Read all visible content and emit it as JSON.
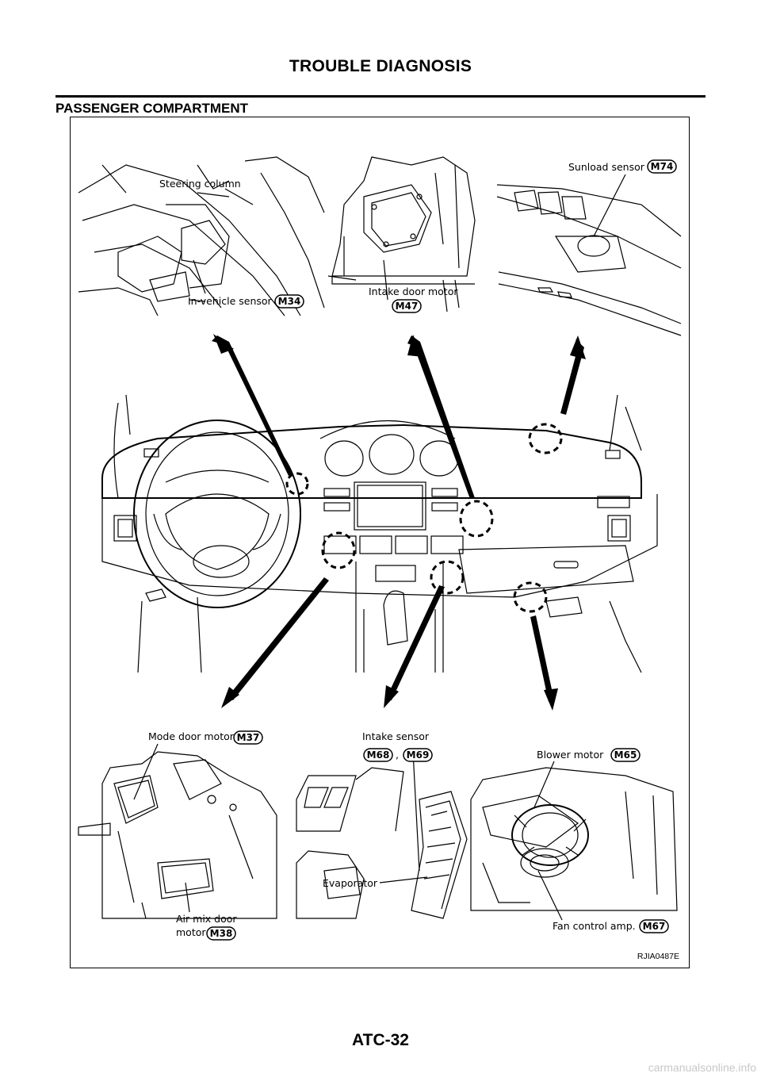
{
  "header": {
    "title": "TROUBLE DIAGNOSIS"
  },
  "section": {
    "title": "PASSENGER COMPARTMENT"
  },
  "figure": {
    "id": "RJIA0487E",
    "labels": {
      "steering_column": "Steering column",
      "in_vehicle_sensor": "In-vehicle sensor",
      "intake_door_motor": "Intake door motor",
      "sunload_sensor": "Sunload sensor",
      "mode_door_motor": "Mode door motor",
      "intake_sensor": "Intake sensor",
      "blower_motor": "Blower motor",
      "air_mix_door_1": "Air mix door",
      "air_mix_door_2": "motor",
      "evaporator": "Evaporator",
      "fan_control_amp": "Fan control amp.",
      "comma": ","
    },
    "connectors": {
      "m34": "M34",
      "m47": "M47",
      "m74": "M74",
      "m37": "M37",
      "m68": "M68",
      "m69": "M69",
      "m65": "M65",
      "m38": "M38",
      "m67": "M67"
    }
  },
  "footer": {
    "page_number": "ATC-32",
    "watermark": "carmanualsonline.info"
  }
}
